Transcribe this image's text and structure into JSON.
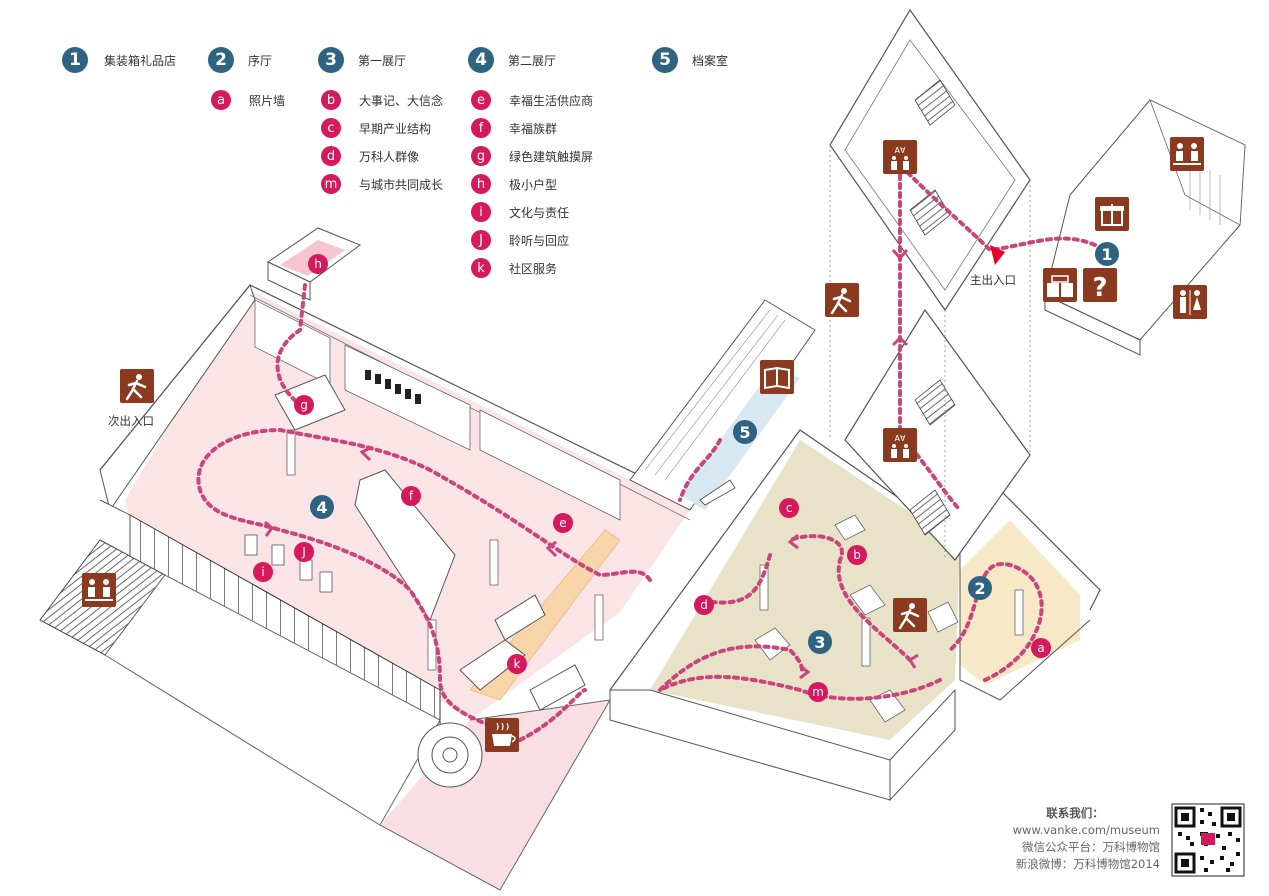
{
  "legend": {
    "zones": [
      {
        "num": "1",
        "label": "集装箱礼品店"
      },
      {
        "num": "2",
        "label": "序厅"
      },
      {
        "num": "3",
        "label": "第一展厅"
      },
      {
        "num": "4",
        "label": "第二展厅"
      },
      {
        "num": "5",
        "label": "档案室"
      }
    ],
    "points": [
      {
        "letter": "a",
        "label": "照片墙"
      },
      {
        "letter": "b",
        "label": "大事记、大信念"
      },
      {
        "letter": "c",
        "label": "早期产业结构"
      },
      {
        "letter": "d",
        "label": "万科人群像"
      },
      {
        "letter": "m",
        "label": "与城市共同成长"
      },
      {
        "letter": "e",
        "label": "幸福生活供应商"
      },
      {
        "letter": "f",
        "label": "幸福族群"
      },
      {
        "letter": "g",
        "label": "绿色建筑触摸屏"
      },
      {
        "letter": "h",
        "label": "极小户型"
      },
      {
        "letter": "i",
        "label": "文化与责任"
      },
      {
        "letter": "J",
        "label": "聆听与回应"
      },
      {
        "letter": "k",
        "label": "社区服务"
      }
    ]
  },
  "map": {
    "main_entrance": "主出入口",
    "secondary_entrance": "次出入口",
    "elevator_text": "A∀",
    "zone_markers": [
      "1",
      "2",
      "3",
      "4",
      "5"
    ],
    "point_markers": [
      "a",
      "b",
      "c",
      "d",
      "m",
      "e",
      "f",
      "g",
      "h",
      "i",
      "J",
      "k"
    ],
    "colors": {
      "zone_badge": "#2e6482",
      "point_badge": "#d6185c",
      "icon_box": "#8b3a1f",
      "route": "#c9457a",
      "hall2_floor": "#f7e9c8",
      "hall3_floor": "#e8e2c8",
      "hall4_floor": "#fbe4e6",
      "archive_floor": "#d8e8f3",
      "entrance_arrow": "#e4002b"
    },
    "icons": [
      "exit-icon",
      "exit-icon",
      "exit-icon",
      "elevator-icon",
      "elevator-icon",
      "gift-icon",
      "info-icon",
      "bags-icon",
      "restroom-icon",
      "seating-icon",
      "seating-icon",
      "book-icon",
      "coffee-icon"
    ]
  },
  "contact": {
    "title": "联系我们：",
    "website": "www.vanke.com/museum",
    "wechat": "微信公众平台：万科博物馆",
    "weibo": "新浪微博：万科博物馆2014"
  }
}
